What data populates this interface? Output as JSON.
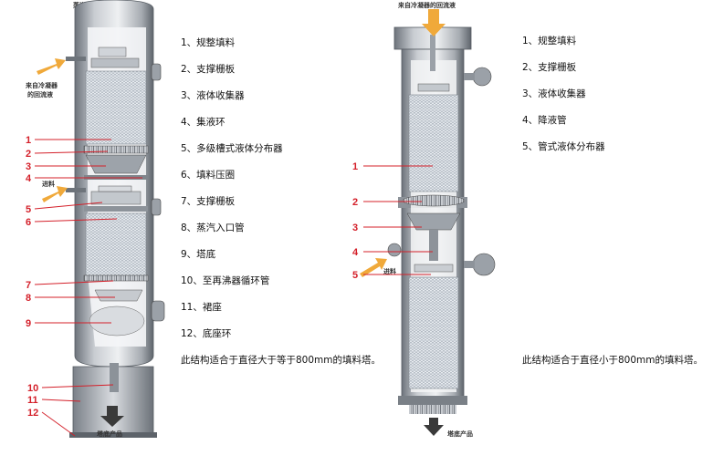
{
  "left_diagram": {
    "top_caption": "蒸汽出口至冷凝器",
    "reflux_caption_line1": "来自冷凝器",
    "reflux_caption_line2": "的回流液",
    "feed_caption": "进料",
    "bottom_caption": "塔底产品",
    "callouts": [
      "1",
      "2",
      "3",
      "4",
      "5",
      "6",
      "7",
      "8",
      "9",
      "10",
      "11",
      "12"
    ],
    "legend": [
      "1、规整填料",
      "2、支撑栅板",
      "3、液体收集器",
      "4、集液环",
      "5、多级槽式液体分布器",
      "6、填料压圈",
      "7、支撑栅板",
      "8、蒸汽入口管",
      "9、塔底",
      "10、至再沸器循环管",
      "11、裙座",
      "12、底座环"
    ],
    "note": "此结构适合于直径大于等于800mm的填料塔。"
  },
  "right_diagram": {
    "top_caption": "来自冷凝器的回流液",
    "feed_caption": "进料",
    "bottom_caption": "塔底产品",
    "callouts": [
      "1",
      "2",
      "3",
      "4",
      "5"
    ],
    "legend": [
      "1、规整填料",
      "2、支撑栅板",
      "3、液体收集器",
      "4、降液管",
      "5、管式液体分布器"
    ],
    "note": "此结构适合于直径小于800mm的填料塔。"
  },
  "colors": {
    "callout_red": "#d4202a",
    "shell_gray": "#8a9098",
    "shell_light": "#d3d7dc",
    "packing": "#e3e8ee",
    "arrow_orange": "#f0a93a",
    "arrow_dark": "#3a3a3a"
  }
}
